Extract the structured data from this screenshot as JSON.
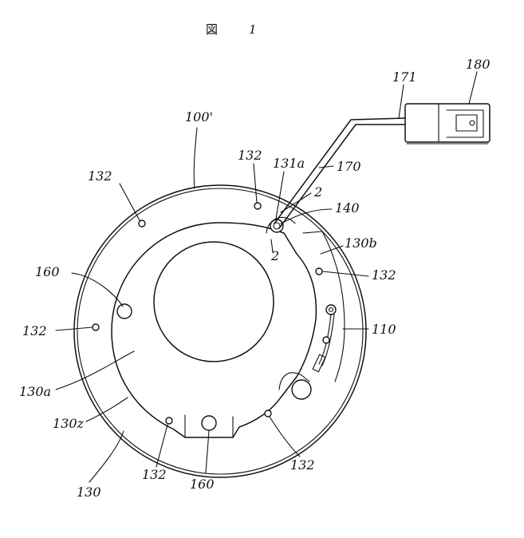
{
  "figure": {
    "title_char": "図",
    "number": "1"
  },
  "labels": {
    "l100": "100'",
    "l171": "171",
    "l180": "180",
    "l131a": "131a",
    "l170": "170",
    "l2a": "2",
    "l2b": "2",
    "l140": "140",
    "l130b": "130b",
    "l110": "110",
    "l160a": "160",
    "l160b": "160",
    "l130a": "130a",
    "l130z": "130z",
    "l130": "130",
    "l132a": "132",
    "l132b": "132",
    "l132c": "132",
    "l132d": "132",
    "l132e": "132",
    "l132f": "132"
  }
}
